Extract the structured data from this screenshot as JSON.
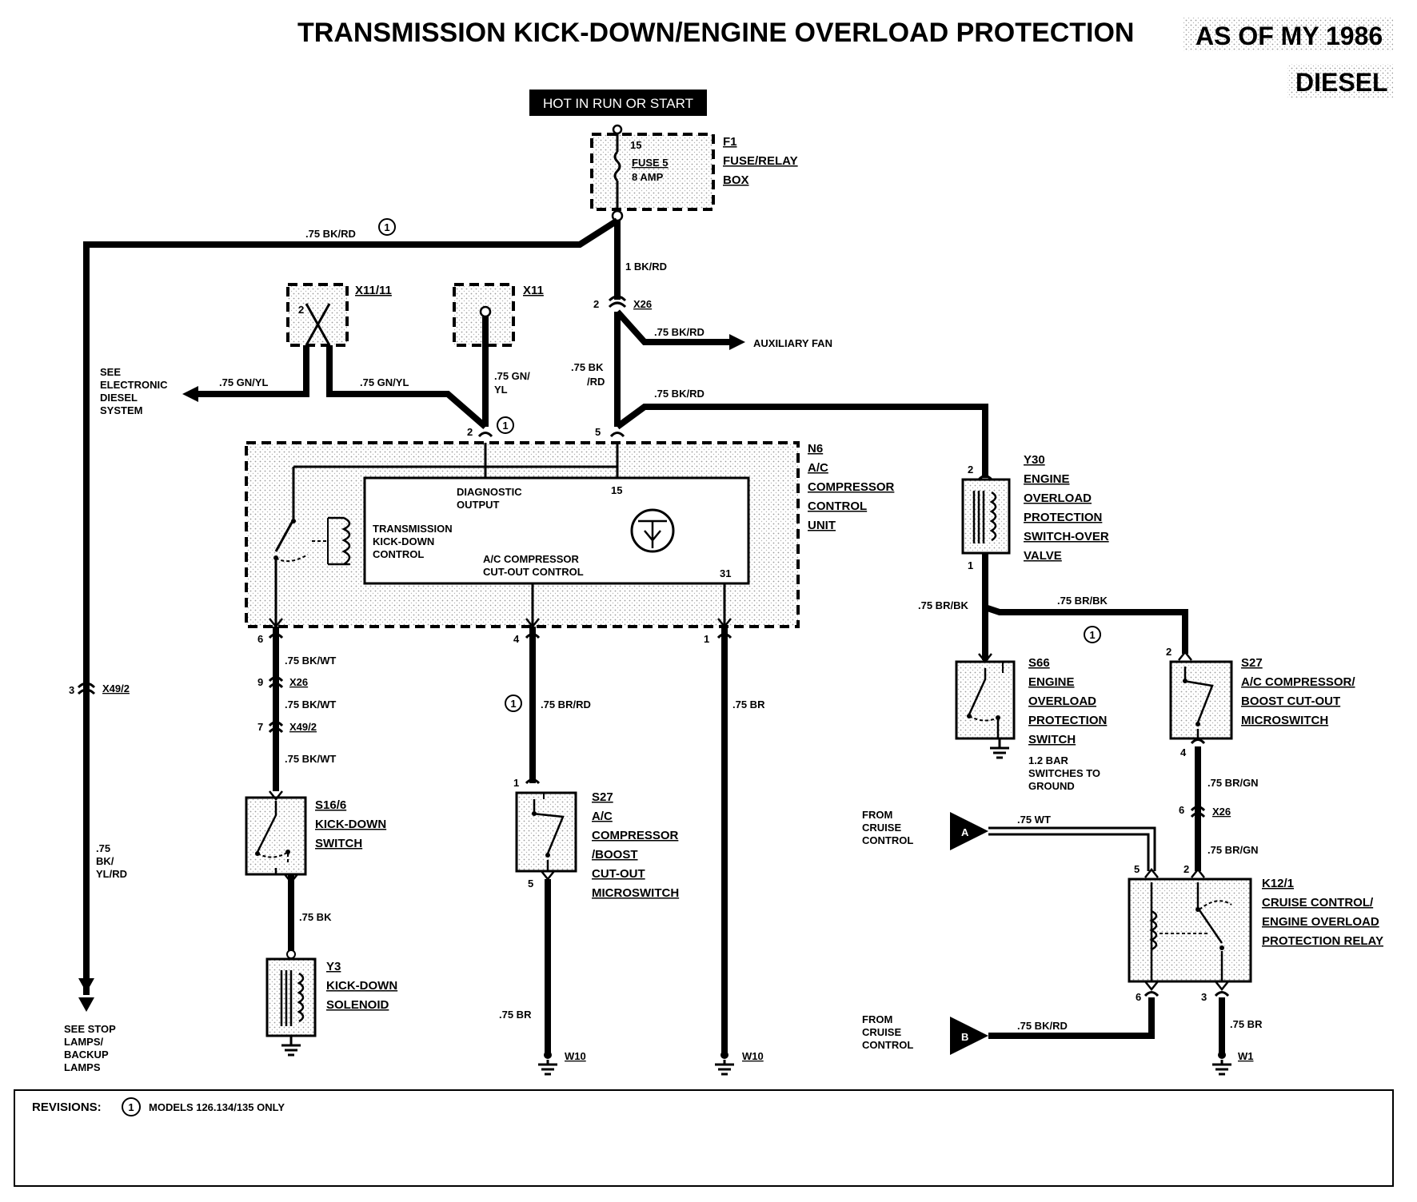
{
  "title": "TRANSMISSION KICK-DOWN/ENGINE OVERLOAD PROTECTION",
  "model_year": "AS OF MY 1986",
  "engine": "DIESEL",
  "power_source": "HOT IN RUN OR START",
  "revisions": {
    "label": "REVISIONS:",
    "mark": "1",
    "note": "MODELS 126.134/135 ONLY"
  },
  "components": {
    "f1": {
      "ref": "F1",
      "lines": [
        "FUSE/RELAY",
        "BOX"
      ],
      "terminal": "15",
      "fuse": "FUSE 5",
      "amp": "8 AMP"
    },
    "x11_11": {
      "ref": "X11/11",
      "pin": "2"
    },
    "x11": {
      "ref": "X11"
    },
    "n6": {
      "ref": "N6",
      "lines": [
        "A/C",
        "COMPRESSOR",
        "CONTROL",
        "UNIT"
      ]
    },
    "n6_internal": {
      "diag": [
        "DIAGNOSTIC",
        "OUTPUT"
      ],
      "kickdown": [
        "TRANSMISSION",
        "KICK-DOWN",
        "CONTROL"
      ],
      "cutout": [
        "A/C COMPRESSOR",
        "CUT-OUT CONTROL"
      ],
      "t15": "15",
      "t31": "31"
    },
    "y30": {
      "ref": "Y30",
      "lines": [
        "ENGINE",
        "OVERLOAD",
        "PROTECTION",
        "SWITCH-OVER",
        "VALVE"
      ]
    },
    "s66": {
      "ref": "S66",
      "lines": [
        "ENGINE",
        "OVERLOAD",
        "PROTECTION",
        "SWITCH"
      ],
      "note": [
        "1.2 BAR",
        "SWITCHES TO",
        "GROUND"
      ]
    },
    "s27_right": {
      "ref": "S27",
      "lines": [
        "A/C COMPRESSOR/",
        "BOOST CUT-OUT",
        "MICROSWITCH"
      ]
    },
    "s27_mid": {
      "ref": "S27",
      "lines": [
        "A/C",
        "COMPRESSOR",
        "/BOOST",
        "CUT-OUT",
        "MICROSWITCH"
      ]
    },
    "s16_6": {
      "ref": "S16/6",
      "lines": [
        "KICK-DOWN",
        "SWITCH"
      ]
    },
    "y3": {
      "ref": "Y3",
      "lines": [
        "KICK-DOWN",
        "SOLENOID"
      ]
    },
    "k12_1": {
      "ref": "K12/1",
      "lines": [
        "CRUISE CONTROL/",
        "ENGINE OVERLOAD",
        "PROTECTION RELAY"
      ]
    }
  },
  "connectors": {
    "x26_top": "X26",
    "x49_2_left": "X49/2",
    "x26_left": "X26",
    "x49_2_mid": "X49/2",
    "x26_right": "X26"
  },
  "pins": {
    "x26_top": "2",
    "n6_2": "2",
    "n6_5": "5",
    "n6_6": "6",
    "n6_4": "4",
    "n6_1": "1",
    "y30_2": "2",
    "y30_1": "1",
    "x49_left": "3",
    "x26_left": "9",
    "x49_mid": "7",
    "s27m_1": "1",
    "s27m_5": "5",
    "s27r_2": "2",
    "s27r_4": "4",
    "x26_right": "6",
    "k12_5": "5",
    "k12_2": "2",
    "k12_6": "6",
    "k12_3": "3"
  },
  "wires": {
    "w_top_left": ".75 BK/RD",
    "w_fuse_down": "1 BK/RD",
    "w_aux": ".75 BK/RD",
    "w_x26_n6": [
      ".75 BK",
      "/RD"
    ],
    "w_y30": ".75 BK/RD",
    "w_gnyl_left": ".75 GN/YL",
    "w_gnyl_mid": ".75 GN/YL",
    "w_gnyl_x11": [
      ".75 GN/",
      "YL"
    ],
    "w_left_long": [
      ".75",
      "BK/",
      "YL/RD"
    ],
    "w_bkwt1": ".75 BK/WT",
    "w_bkwt2": ".75 BK/WT",
    "w_bkwt3": ".75 BK/WT",
    "w_bk": ".75 BK",
    "w_brrd": ".75 BR/RD",
    "w_br_mid": ".75 BR",
    "w_br_n6": ".75 BR",
    "w_brbk_left": ".75 BR/BK",
    "w_brbk_top": ".75 BR/BK",
    "w_brgn1": ".75 BR/GN",
    "w_brgn2": ".75 BR/GN",
    "w_wt": ".75 WT",
    "w_bkrd_cruise": ".75 BK/RD",
    "w_br_k12": ".75 BR"
  },
  "destinations": {
    "aux_fan": "AUXILIARY FAN",
    "eds": [
      "SEE",
      "ELECTRONIC",
      "DIESEL",
      "SYSTEM"
    ],
    "stop": [
      "SEE STOP",
      "LAMPS/",
      "BACKUP",
      "LAMPS"
    ],
    "cruise_a": [
      "FROM",
      "CRUISE",
      "CONTROL"
    ],
    "cruise_b": [
      "FROM",
      "CRUISE",
      "CONTROL"
    ],
    "cruise_a_letter": "A",
    "cruise_b_letter": "B"
  },
  "grounds": {
    "g_mid": "W10",
    "g_n6": "W10",
    "g_right": "W1"
  },
  "notes": {
    "mark": "1"
  }
}
